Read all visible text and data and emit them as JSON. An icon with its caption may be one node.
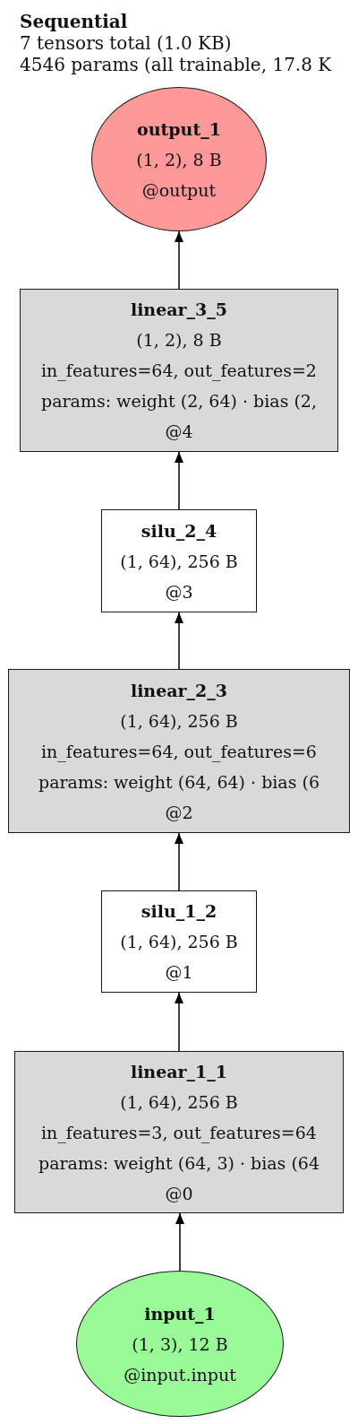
{
  "diagram": {
    "title": "Sequential",
    "labels": [
      "7 tensors total (1.0 KB)",
      "4546 params (all trainable, 17.8 K"
    ],
    "nodes": [
      {
        "text": [
          "output_1",
          "(1, 2), 8 B",
          "@output"
        ]
      },
      {
        "text": [
          "linear_3_5",
          "(1, 2), 8 B",
          "in_features=64, out_features=2",
          "params: weight (2, 64) · bias (2,",
          "@4"
        ]
      },
      {
        "text": [
          "silu_2_4",
          "(1, 64), 256 B",
          "@3"
        ]
      },
      {
        "text": [
          "linear_2_3",
          "(1, 64), 256 B",
          "in_features=64, out_features=6",
          "params: weight (64, 64) · bias (6",
          "@2"
        ]
      },
      {
        "text": [
          "silu_1_2",
          "(1, 64), 256 B",
          "@1"
        ]
      },
      {
        "text": [
          "linear_1_1",
          "(1, 64), 256 B",
          "in_features=3, out_features=64",
          "params: weight (64, 3) · bias (64",
          "@0"
        ]
      },
      {
        "text": [
          "input_1",
          "(1, 3), 12 B",
          "@input.input"
        ]
      }
    ],
    "edges": [
      {
        "from": 6,
        "to": 5,
        "arrow": "to"
      },
      {
        "from": 5,
        "to": 4,
        "arrow": "to"
      },
      {
        "from": 4,
        "to": 3,
        "arrow": "to"
      },
      {
        "from": 3,
        "to": 2,
        "arrow": "to"
      },
      {
        "from": 2,
        "to": 1,
        "arrow": "to"
      },
      {
        "from": 1,
        "to": 0,
        "arrow": "to"
      }
    ]
  }
}
